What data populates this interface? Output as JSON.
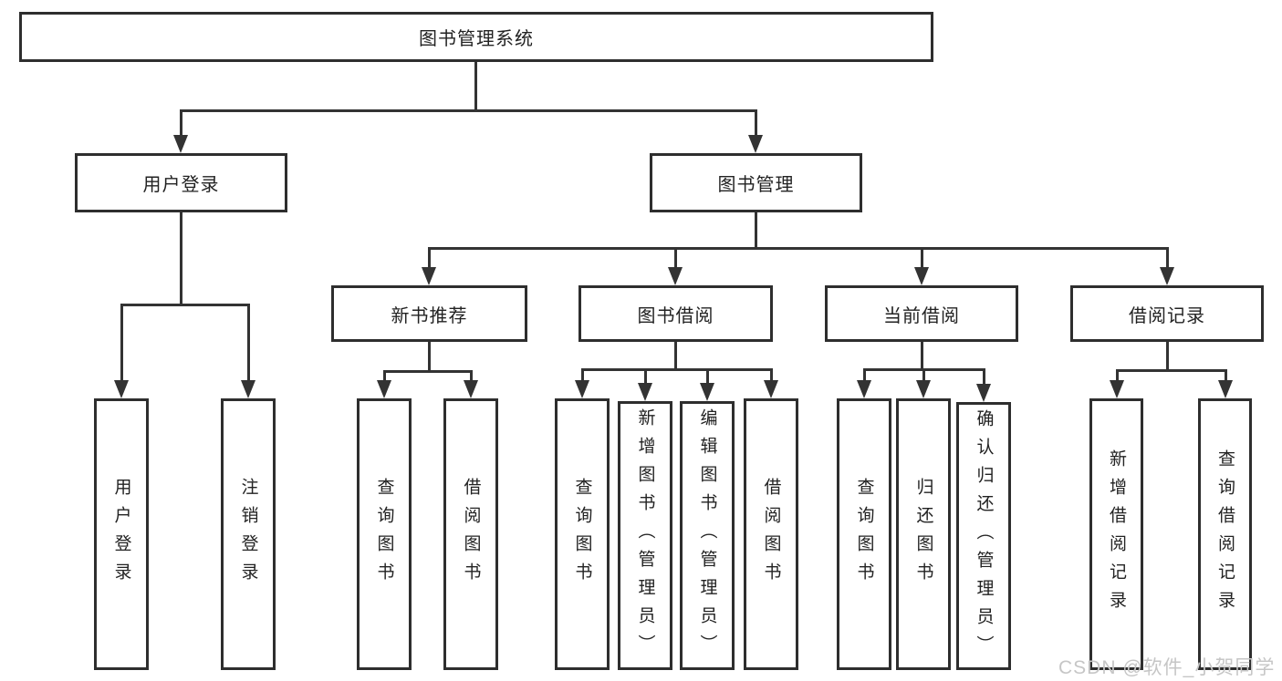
{
  "diagram_title": "图书管理系统",
  "tree": {
    "root": {
      "label": "图书管理系统",
      "children": [
        {
          "label": "用户登录",
          "children": [
            {
              "label": "用户登录"
            },
            {
              "label": "注销登录"
            }
          ]
        },
        {
          "label": "图书管理",
          "children": [
            {
              "label": "新书推荐",
              "children": [
                {
                  "label": "查询图书"
                },
                {
                  "label": "借阅图书"
                }
              ]
            },
            {
              "label": "图书借阅",
              "children": [
                {
                  "label": "查询图书"
                },
                {
                  "label": "新增图书（管理员）"
                },
                {
                  "label": "编辑图书（管理员）"
                },
                {
                  "label": "借阅图书"
                }
              ]
            },
            {
              "label": "当前借阅",
              "children": [
                {
                  "label": "查询图书"
                },
                {
                  "label": "归还图书"
                },
                {
                  "label": "确认归还（管理员）"
                }
              ]
            },
            {
              "label": "借阅记录",
              "children": [
                {
                  "label": "新增借阅记录"
                },
                {
                  "label": "查询借阅记录"
                }
              ]
            }
          ]
        }
      ]
    }
  },
  "watermark": {
    "text": "CSDN @软件_小贺同学"
  },
  "colors": {
    "background": "#ffffff",
    "box_border": "#2e2e2e",
    "line": "#333333",
    "text": "#222222",
    "watermark": "#c6c6c6"
  }
}
